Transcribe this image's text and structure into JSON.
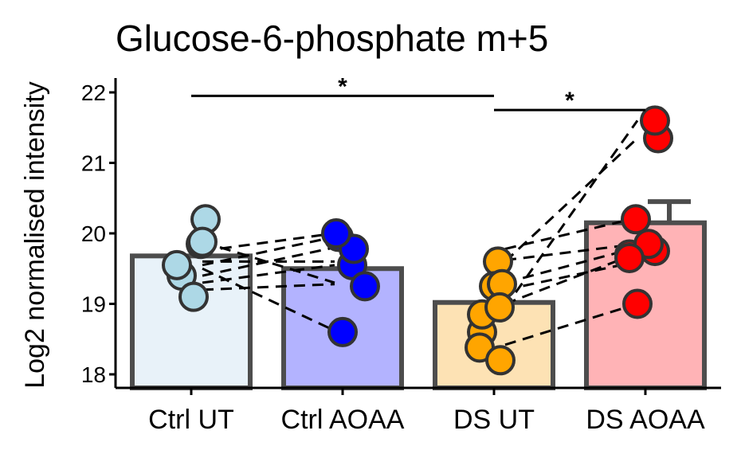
{
  "chart_data": {
    "type": "bar",
    "title": "Glucose-6-phosphate m+5",
    "xlabel": "",
    "ylabel": "Log2 normalised intensity",
    "ylim": [
      17.85,
      22.2
    ],
    "yticks": [
      "18",
      "19",
      "20",
      "21",
      "22"
    ],
    "grid": false,
    "legend": "none",
    "categories": [
      "Ctrl UT",
      "Ctrl AOAA",
      "DS UT",
      "DS AOAA"
    ],
    "values": [
      19.68,
      19.5,
      19.02,
      20.15
    ],
    "errors": [
      0.0,
      0.0,
      0.0,
      0.3
    ],
    "bar_fill": [
      "#e8f2f9",
      "#b3b3ff",
      "#fde2b4",
      "#ffb3b6"
    ],
    "point_fill": [
      "#add8e6",
      "#0000ff",
      "#ffa500",
      "#ff0000"
    ],
    "bar_edge": "#4d4d4d",
    "points": [
      [
        19.4,
        19.85,
        20.2,
        19.55,
        19.88,
        19.1
      ],
      [
        19.95,
        19.55,
        19.78,
        19.25,
        18.6,
        20.0
      ],
      [
        19.6,
        18.6,
        19.25,
        18.38,
        18.85,
        18.2,
        19.28,
        18.95
      ],
      [
        21.35,
        21.6,
        20.2,
        19.7,
        19.75,
        19.85,
        19.0,
        19.65
      ]
    ],
    "pairs": [
      [
        0,
        1,
        19.4,
        19.8
      ],
      [
        0,
        1,
        19.55,
        19.95
      ],
      [
        0,
        1,
        19.88,
        19.3
      ],
      [
        0,
        1,
        19.3,
        19.55
      ],
      [
        0,
        1,
        19.6,
        19.6
      ],
      [
        0,
        1,
        19.5,
        18.62
      ],
      [
        0,
        1,
        19.2,
        19.28
      ],
      [
        0,
        1,
        19.75,
        20.0
      ],
      [
        2,
        3,
        19.6,
        21.35
      ],
      [
        2,
        3,
        19.78,
        20.22
      ],
      [
        2,
        3,
        18.95,
        21.6
      ],
      [
        2,
        3,
        19.3,
        19.8
      ],
      [
        2,
        3,
        19.2,
        19.6
      ],
      [
        2,
        3,
        18.42,
        19.0
      ],
      [
        2,
        3,
        19.0,
        19.72
      ],
      [
        2,
        3,
        19.62,
        19.85
      ]
    ],
    "significance": [
      {
        "from": 0,
        "to": 2,
        "y": 21.95,
        "label": "*"
      },
      {
        "from": 2,
        "to": 3,
        "y": 21.75,
        "label": "*"
      }
    ]
  }
}
